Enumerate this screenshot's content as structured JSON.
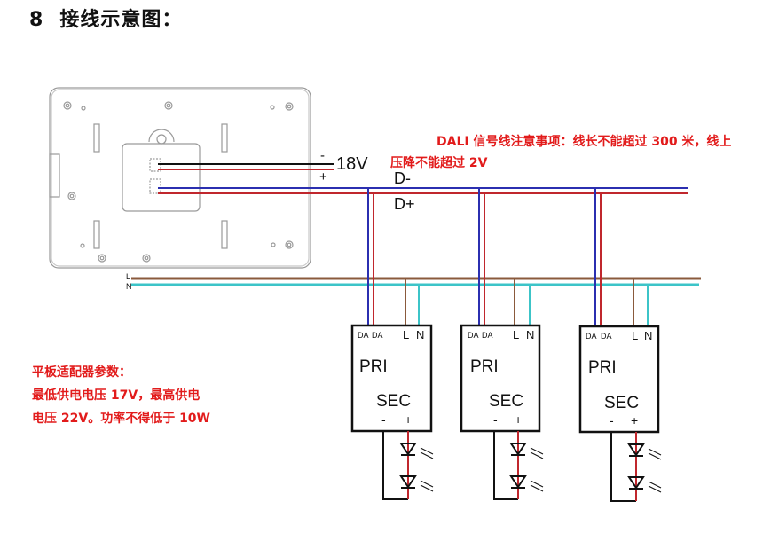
{
  "heading": {
    "number": "8",
    "title": "接线示意图："
  },
  "notes": {
    "dali_signal": "DALI 信号线注意事项：线长不能超过 300 米，线上压降不能超过 2V",
    "adapter_params": [
      "平板适配器参数：",
      "最低供电电压 17V，最高供电",
      "电压 22V。功率不得低于 10W"
    ]
  },
  "power_supply": {
    "minus": "-",
    "voltage": "18V",
    "plus": "+"
  },
  "bus": {
    "d_minus": "D-",
    "d_plus": "D+"
  },
  "mains": {
    "live": "L",
    "neutral": "N"
  },
  "drivers": [
    {
      "da1": "DA",
      "da2": "DA",
      "l": "L",
      "n": "N",
      "pri": "PRI",
      "sec": "SEC",
      "minus": "-",
      "plus": "+"
    },
    {
      "da1": "DA",
      "da2": "DA",
      "l": "L",
      "n": "N",
      "pri": "PRI",
      "sec": "SEC",
      "minus": "-",
      "plus": "+"
    },
    {
      "da1": "DA",
      "da2": "DA",
      "l": "L",
      "n": "N",
      "pri": "PRI",
      "sec": "SEC",
      "minus": "-",
      "plus": "+"
    }
  ],
  "colors": {
    "black_wire": "#111111",
    "red_wire": "#c0272d",
    "blue_wire": "#2b2fb0",
    "brown_wire": "#8a5a3c",
    "cyan_wire": "#3cc4c8",
    "note_text": "#e21b1b"
  }
}
